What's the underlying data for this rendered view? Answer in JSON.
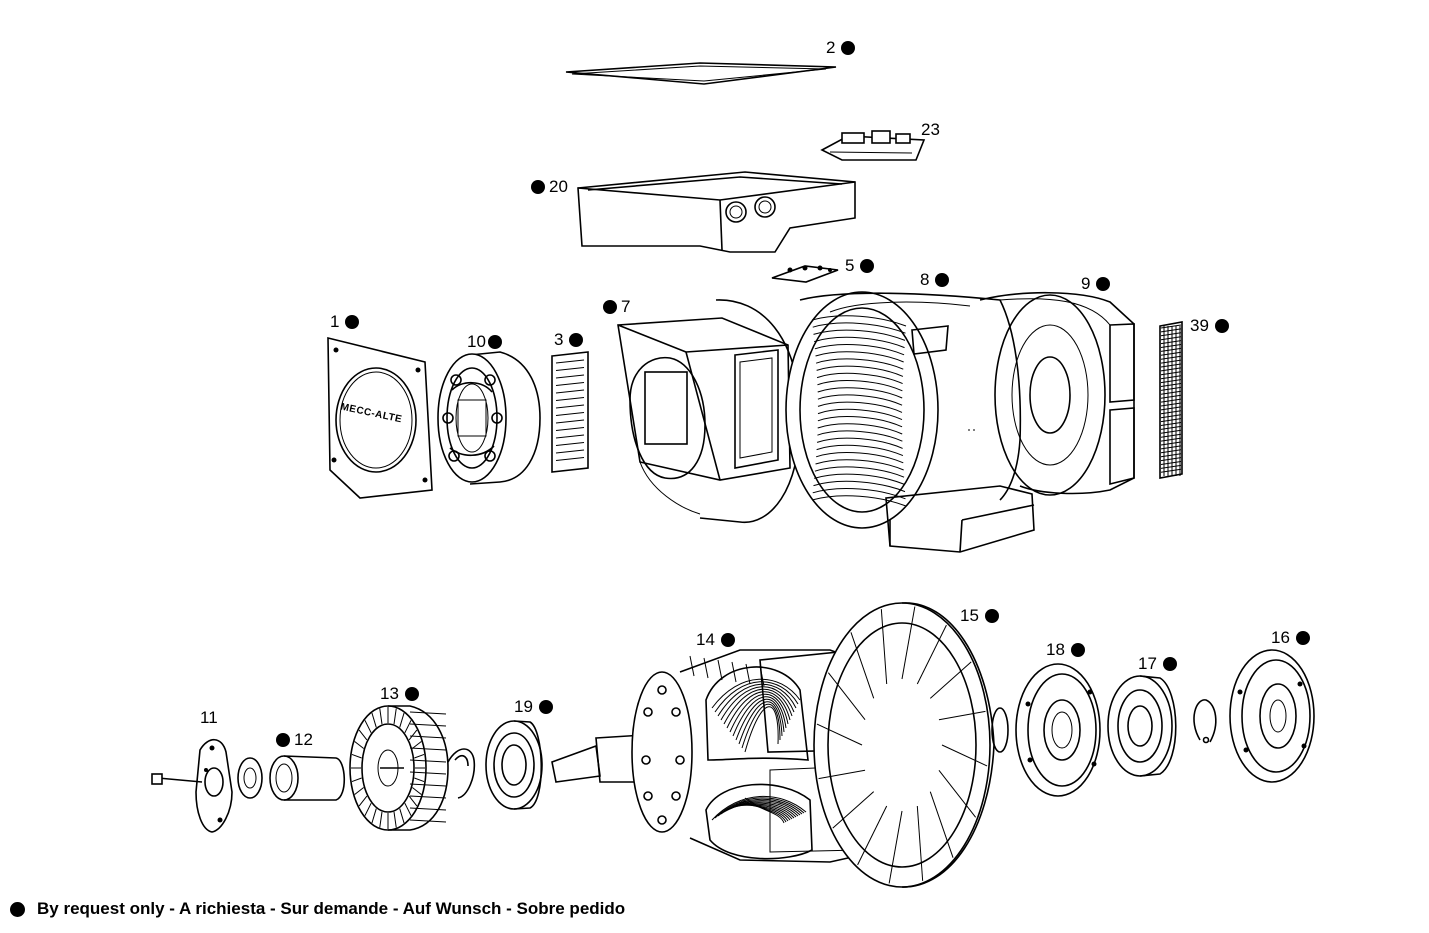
{
  "labels": {
    "p1": "1",
    "p2": "2",
    "p3": "3",
    "p5": "5",
    "p7": "7",
    "p8": "8",
    "p9": "9",
    "p10": "10",
    "p11": "11",
    "p12": "12",
    "p13": "13",
    "p14": "14",
    "p15": "15",
    "p16": "16",
    "p17": "17",
    "p18": "18",
    "p19": "19",
    "p20": "20",
    "p23": "23",
    "p39": "39"
  },
  "cover_text": "MECC-ALTE",
  "legend": {
    "text": "By request only - A richiesta - Sur demande - Auf Wunsch - Sobre pedido"
  },
  "colors": {
    "ink": "#000000",
    "paper": "#ffffff"
  }
}
